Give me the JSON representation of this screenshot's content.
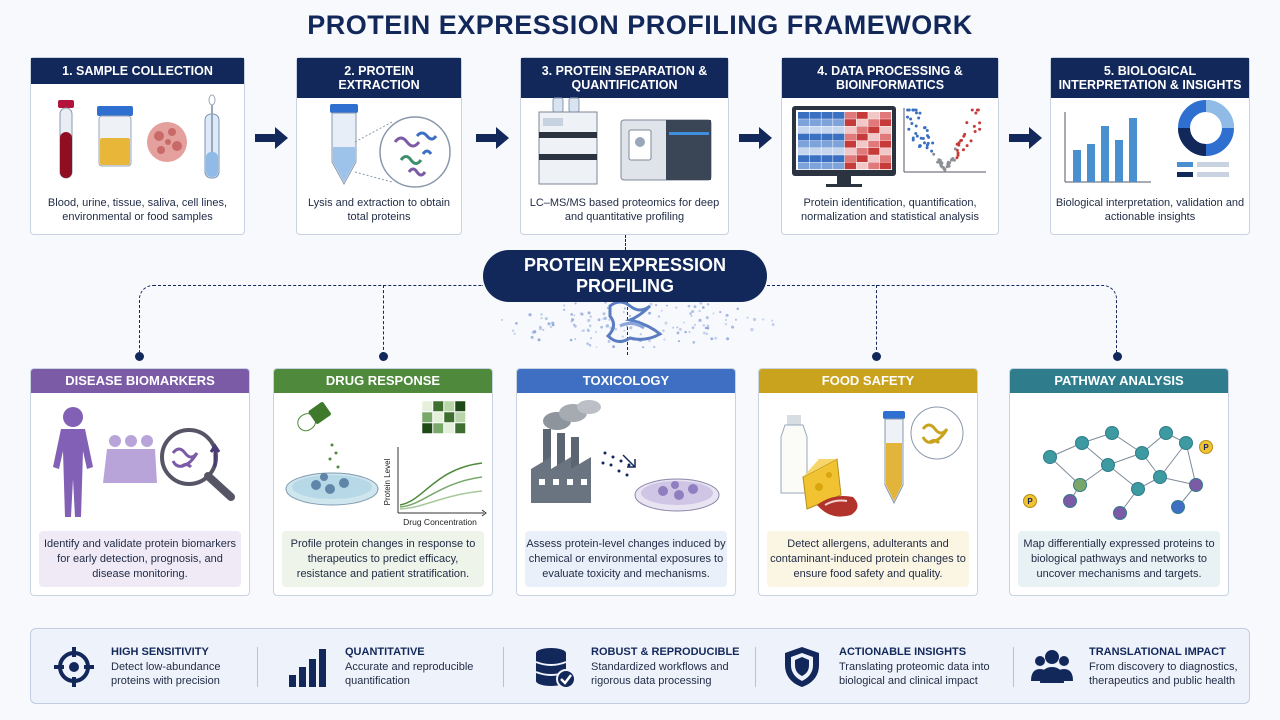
{
  "title": "PROTEIN EXPRESSION PROFILING FRAMEWORK",
  "steps": [
    {
      "title": "1. SAMPLE COLLECTION",
      "desc": "Blood, urine, tissue, saliva, cell lines, environmental or food samples"
    },
    {
      "title": "2. PROTEIN EXTRACTION",
      "desc": "Lysis and extraction to obtain total proteins"
    },
    {
      "title": "3. PROTEIN SEPARATION & QUANTIFICATION",
      "desc": "LC–MS/MS based proteomics for deep and quantitative profiling"
    },
    {
      "title": "4. DATA PROCESSING & BIOINFORMATICS",
      "desc": "Protein identification, quantification, normalization and statistical analysis"
    },
    {
      "title": "5. BIOLOGICAL INTERPRETATION & INSIGHTS",
      "desc": "Biological interpretation, validation and actionable insights"
    }
  ],
  "hub": {
    "label": "PROTEIN EXPRESSION PROFILING"
  },
  "applications": [
    {
      "title": "DISEASE BIOMARKERS",
      "desc": "Identify and validate protein biomarkers for early detection, prognosis, and disease monitoring.",
      "color": "#7b5aa6",
      "tint": "#efeaf6"
    },
    {
      "title": "DRUG RESPONSE",
      "desc": "Profile protein changes in response to therapeutics to predict efficacy, resistance and patient stratification.",
      "color": "#4f8a3c",
      "tint": "#eef4ea"
    },
    {
      "title": "TOXICOLOGY",
      "desc": "Assess protein-level changes induced by chemical or environmental exposures to evaluate toxicity and mechanisms.",
      "color": "#3f6fc2",
      "tint": "#eaf0fa"
    },
    {
      "title": "FOOD SAFETY",
      "desc": "Detect allergens, adulterants and contaminant-induced protein changes to ensure food safety and quality.",
      "color": "#c9a21e",
      "tint": "#fbf5e4"
    },
    {
      "title": "PATHWAY ANALYSIS",
      "desc": "Map differentially expressed proteins to biological pathways and networks to uncover mechanisms and targets.",
      "color": "#2f7d8c",
      "tint": "#e8f2f4"
    }
  ],
  "drug_chart": {
    "ylabel": "Protein Level",
    "xlabel": "Drug Concentration"
  },
  "p_label": "P",
  "features": [
    {
      "title": "HIGH SENSITIVITY",
      "desc1": "Detect low-abundance",
      "desc2": "proteins with precision",
      "icon": "target-icon"
    },
    {
      "title": "QUANTITATIVE",
      "desc1": "Accurate and reproducible",
      "desc2": "quantification",
      "icon": "bar-chart-icon"
    },
    {
      "title": "ROBUST & REPRODUCIBLE",
      "desc1": "Standardized workflows and",
      "desc2": "rigorous data processing",
      "icon": "database-check-icon"
    },
    {
      "title": "ACTIONABLE INSIGHTS",
      "desc1": "Translating proteomic data into",
      "desc2": "biological and clinical impact",
      "icon": "shield-icon"
    },
    {
      "title": "TRANSLATIONAL IMPACT",
      "desc1": "From discovery to diagnostics,",
      "desc2": "therapeutics and public health",
      "icon": "people-icon"
    }
  ]
}
